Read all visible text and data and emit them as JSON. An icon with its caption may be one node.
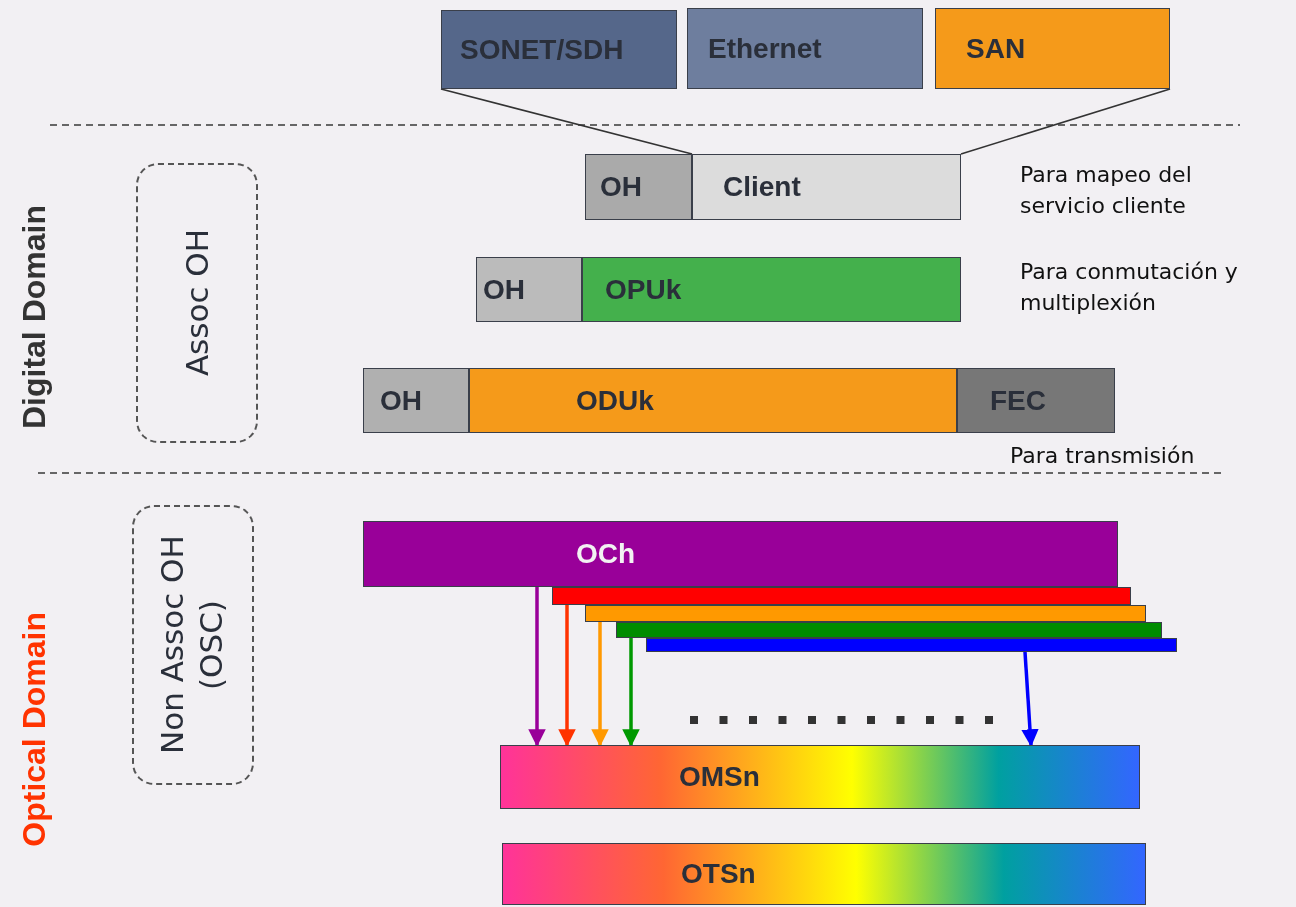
{
  "diagram": {
    "nodes": [
      {
        "text": [
          "SONET/SDH"
        ]
      },
      {
        "text": [
          "Ethernet"
        ]
      },
      {
        "text": [
          "SAN"
        ]
      },
      {
        "text": [
          "OH"
        ]
      },
      {
        "text": [
          "Client"
        ]
      },
      {
        "text": [
          "OH"
        ]
      },
      {
        "text": [
          "OPUk"
        ]
      },
      {
        "text": [
          "OH"
        ]
      },
      {
        "text": [
          "ODUk"
        ]
      },
      {
        "text": [
          "FEC"
        ]
      },
      {
        "text": [
          "OCh"
        ]
      },
      {
        "text": [],
        "shape": "bar"
      },
      {
        "text": [],
        "shape": "bar"
      },
      {
        "text": [],
        "shape": "bar"
      },
      {
        "text": [],
        "shape": "bar"
      },
      {
        "text": [
          "OMSn"
        ]
      },
      {
        "text": [
          "OTSn"
        ]
      },
      {
        "text": [
          "Assoc OH"
        ]
      },
      {
        "text": [
          "Non Assoc OH (OSC)"
        ]
      }
    ],
    "edges": [
      {
        "from": 0,
        "to": 4,
        "arrow": "none"
      },
      {
        "from": 2,
        "to": 4,
        "arrow": "none"
      },
      {
        "from": 10,
        "to": 15,
        "arrow": "to",
        "color": "#990099"
      },
      {
        "from": 11,
        "to": 15,
        "arrow": "to",
        "color": "#ff3300"
      },
      {
        "from": 12,
        "to": 15,
        "arrow": "to",
        "color": "#ff9900"
      },
      {
        "from": 13,
        "to": 15,
        "arrow": "to",
        "color": "#009900"
      },
      {
        "from": 14,
        "to": 15,
        "arrow": "to",
        "color": "#0000ff"
      }
    ],
    "labels": [
      "Digital Domain",
      "Optical Domain",
      "Para mapeo del servicio cliente",
      "Para conmutación y multiplexión",
      "Para transmisión"
    ]
  }
}
